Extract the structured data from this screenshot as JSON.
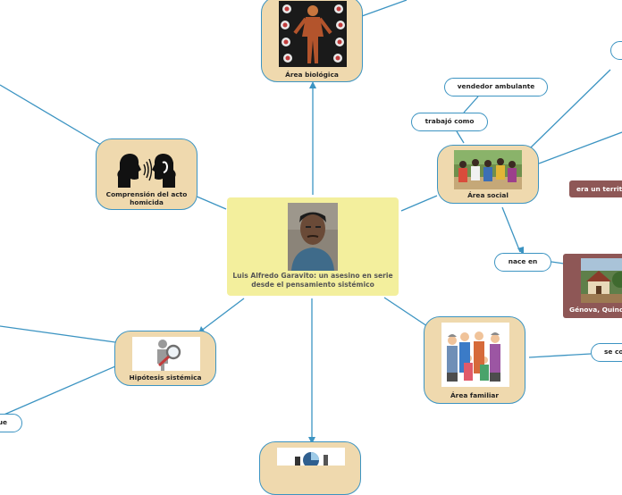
{
  "central": {
    "title": "Luis Alfredo Garavito: un asesino en serie desde el pensamiento sistémico"
  },
  "nodes": {
    "biologica": "Área biológica",
    "social": "Área social",
    "familiar": "Área familiar",
    "comprension": "Comprensión del acto homicida",
    "hipotesis": "Hipótesis sistémica"
  },
  "labels": {
    "trabajo": "trabajó como",
    "vendedor": "vendedor ambulante",
    "nace": "nace en",
    "se_co": "se co",
    "que": "que"
  },
  "tags": {
    "territo": "era un territo",
    "genova": "Génova, Quindi"
  },
  "icons": {
    "central": "portrait-photo",
    "biologica": "anatomy-illustration",
    "social": "people-gathering-photo",
    "familiar": "family-illustration",
    "comprension": "two-heads-listening-icon",
    "hipotesis": "magnifier-figure-icon",
    "bottom": "infographic-icon",
    "genova": "town-photo"
  },
  "colors": {
    "link": "#3c94c2",
    "node": "#efd9ae",
    "central": "#f3ef9d",
    "tag": "#8e5756"
  }
}
